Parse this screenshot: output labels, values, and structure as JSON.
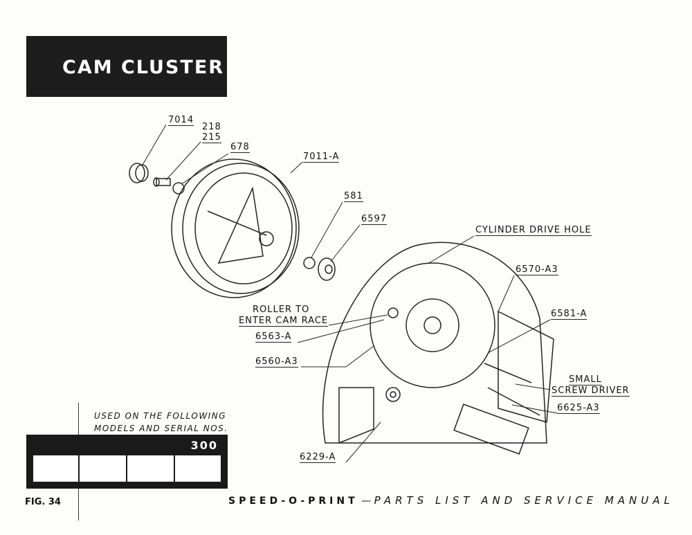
{
  "title": "CAM CLUSTER",
  "callouts": {
    "p7014": "7014",
    "p218": "218",
    "p215": "215",
    "p678": "678",
    "p7011a": "7011-A",
    "p581": "581",
    "p6597": "6597",
    "cylinder_drive_hole": "CYLINDER DRIVE HOLE",
    "p6570a3": "6570-A3",
    "roller_line1": "ROLLER TO",
    "roller_line2": "ENTER CAM RACE",
    "p6581a": "6581-A",
    "p6563a": "6563-A",
    "p6560a3": "6560-A3",
    "small": "SMALL",
    "screw_driver": "SCREW DRIVER",
    "p6625a3": "6625-A3",
    "p6229a": "6229-A"
  },
  "models": {
    "heading_line1": "USED ON THE FOLLOWING",
    "heading_line2": "MODELS AND SERIAL NOS.",
    "model": "300"
  },
  "figure": "FIG. 34",
  "footer": {
    "brand": "SPEED-O-PRINT",
    "dash": "—",
    "subtitle": "PARTS LIST AND SERVICE MANUAL"
  }
}
